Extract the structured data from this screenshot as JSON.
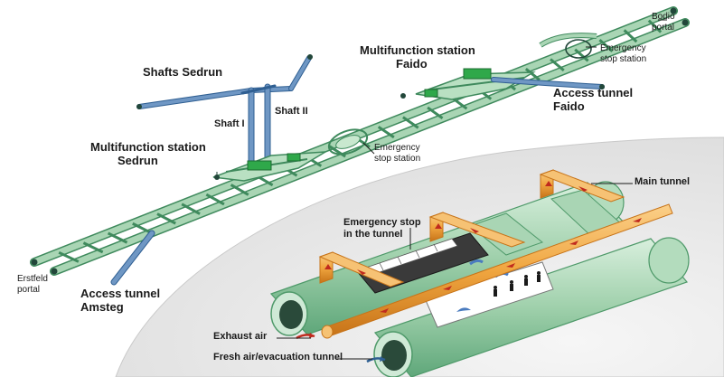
{
  "labels": {
    "shafts_sedrun": "Shafts Sedrun",
    "shaft_1": "Shaft I",
    "shaft_2": "Shaft II",
    "mfs_faido_line1": "Multifunction station",
    "mfs_faido_line2": "Faido",
    "mfs_sedrun_line1": "Multifunction station",
    "mfs_sedrun_line2": "Sedrun",
    "bodio_line1": "Bodio",
    "bodio_line2": "portal",
    "emergency_top_line1": "Emergency",
    "emergency_top_line2": "stop station",
    "emergency_mid_line1": "Emergency",
    "emergency_mid_line2": "stop station",
    "access_faido_line1": "Access tunnel",
    "access_faido_line2": "Faido",
    "access_amsteg_line1": "Access tunnel",
    "access_amsteg_line2": "Amsteg",
    "erstfeld_line1": "Erstfeld",
    "erstfeld_line2": "portal",
    "main_tunnel": "Main tunnel",
    "emergency_tunnel_line1": "Emergency stop",
    "emergency_tunnel_line2": "in the tunnel",
    "exhaust_air": "Exhaust air",
    "fresh_air": "Fresh air/evacuation tunnel"
  },
  "colors": {
    "tunnel_green": "#a9d5b4",
    "tunnel_green_dark": "#4f9a6a",
    "shaft_blue": "#6f97c4",
    "shaft_blue_dark": "#2f5f92",
    "duct_orange": "#f0a640",
    "duct_orange_dark": "#c77318",
    "rock_gray": "#ececec",
    "station_green": "#2fa84a"
  }
}
